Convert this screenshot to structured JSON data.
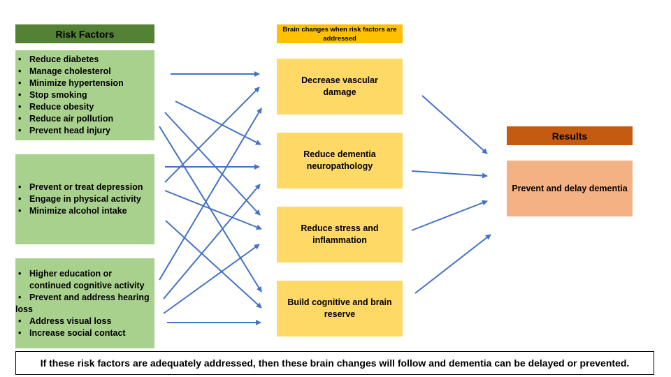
{
  "risk_factors": {
    "title": "Risk Factors",
    "groups": [
      {
        "items": [
          {
            "text": "Reduce diabetes",
            "bullet": true
          },
          {
            "text": "Manage cholesterol",
            "bullet": true
          },
          {
            "text": "Minimize hypertension",
            "bullet": true
          },
          {
            "text": "Stop smoking",
            "bullet": true
          },
          {
            "text": "Reduce obesity",
            "bullet": true
          },
          {
            "text": "Reduce air pollution",
            "bullet": true
          },
          {
            "text": "Prevent head injury",
            "bullet": true
          }
        ]
      },
      {
        "items": [
          {
            "text": "Prevent or treat depression",
            "bullet": true
          },
          {
            "text": "Engage in physical activity",
            "bullet": true
          },
          {
            "text": "Minimize alcohol intake",
            "bullet": true
          }
        ]
      },
      {
        "items": [
          {
            "text": "Higher education or",
            "bullet": true
          },
          {
            "text": "continued cognitive activity",
            "bullet": false
          },
          {
            "text": "Prevent and address hearing",
            "bullet": true
          },
          {
            "text": "loss",
            "bullet": false,
            "flush": true
          },
          {
            "text": "Address visual loss",
            "bullet": true
          },
          {
            "text": "Increase social contact",
            "bullet": true
          }
        ]
      }
    ]
  },
  "brain_changes": {
    "title": "Brain changes when risk factors are addressed",
    "items": [
      "Decrease vascular damage",
      "Reduce dementia neuropathology",
      "Reduce stress and inflammation",
      "Build cognitive and brain reserve"
    ]
  },
  "results": {
    "title": "Results",
    "item": "Prevent and delay dementia"
  },
  "footer": "If these risk factors are adequately addressed, then these brain changes will follow and dementia can be delayed or prevented.",
  "colors": {
    "risk_header": "#548235",
    "risk_box": "#a9d18e",
    "brain_header": "#ffc000",
    "brain_box": "#ffd966",
    "results_header": "#c55a11",
    "results_box": "#f4b183",
    "arrow": "#4472c4"
  },
  "connections": [
    {
      "from": "risk-group-1",
      "to": "brain-change-1"
    },
    {
      "from": "risk-group-1",
      "to": "brain-change-2"
    },
    {
      "from": "risk-group-1",
      "to": "brain-change-3"
    },
    {
      "from": "risk-group-1",
      "to": "brain-change-4"
    },
    {
      "from": "risk-group-2",
      "to": "brain-change-2"
    },
    {
      "from": "risk-group-2",
      "to": "brain-change-1"
    },
    {
      "from": "risk-group-2",
      "to": "brain-change-3"
    },
    {
      "from": "risk-group-2",
      "to": "brain-change-4"
    },
    {
      "from": "risk-group-3",
      "to": "brain-change-1"
    },
    {
      "from": "risk-group-3",
      "to": "brain-change-2"
    },
    {
      "from": "risk-group-3",
      "to": "brain-change-3"
    },
    {
      "from": "risk-group-3",
      "to": "brain-change-4"
    },
    {
      "from": "brain-change-1",
      "to": "results"
    },
    {
      "from": "brain-change-2",
      "to": "results"
    },
    {
      "from": "brain-change-3",
      "to": "results"
    },
    {
      "from": "brain-change-4",
      "to": "results"
    }
  ]
}
